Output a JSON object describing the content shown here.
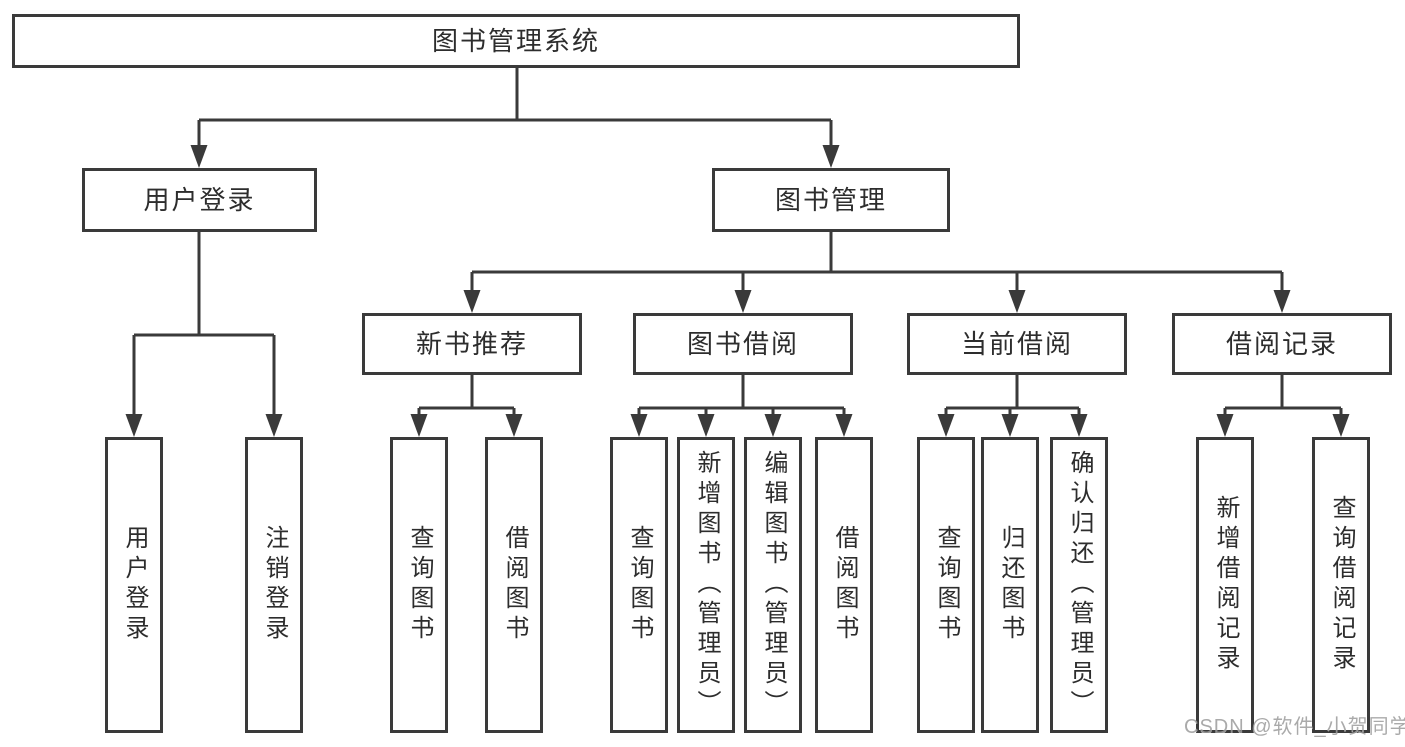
{
  "diagram": {
    "nodes": {
      "root": "图书管理系统",
      "user_login": "用户登录",
      "book_management": "图书管理",
      "new_book_recommend": "新书推荐",
      "book_borrowing": "图书借阅",
      "current_borrowing": "当前借阅",
      "borrowing_records": "借阅记录",
      "leaf_user_login": "用户登录",
      "leaf_logout_login": "注销登录",
      "leaf_query_books_1": "查询图书",
      "leaf_borrow_books_1": "借阅图书",
      "leaf_query_books_2": "查询图书",
      "leaf_add_books_admin": "新增图书（管理员）",
      "leaf_edit_books_admin": "编辑图书（管理员）",
      "leaf_borrow_books_2": "借阅图书",
      "leaf_query_books_3": "查询图书",
      "leaf_return_books": "归还图书",
      "leaf_confirm_return_admin": "确认归还（管理员）",
      "leaf_add_borrow_record": "新增借阅记录",
      "leaf_query_borrow_record": "查询借阅记录"
    },
    "colors": {
      "line": "#3a3a3a",
      "text": "#2d2d2d",
      "box_background": "#ffffff",
      "watermark": "#9c9c9c"
    }
  },
  "watermark": "CSDN @软件_小贺同学"
}
